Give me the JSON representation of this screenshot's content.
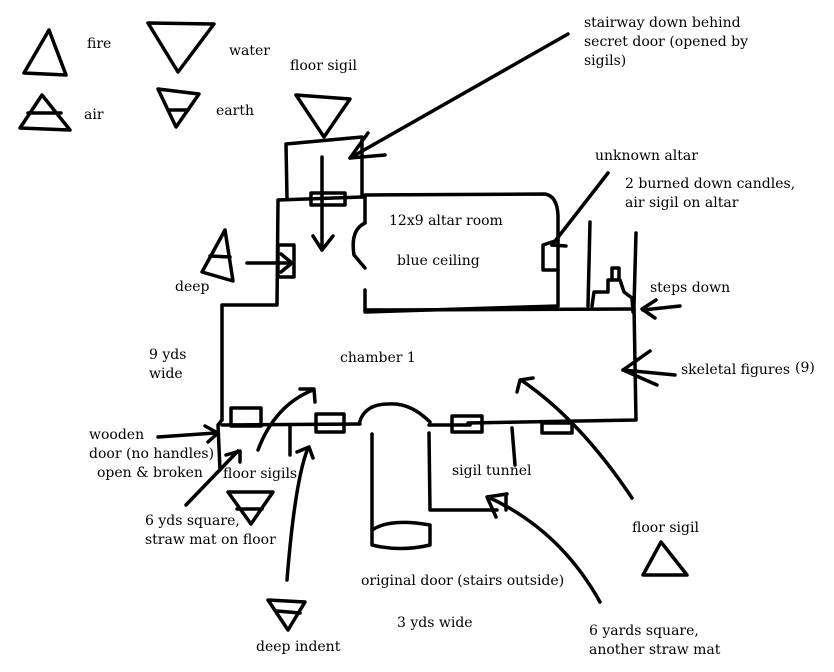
{
  "legend": {
    "fire": "fire",
    "water": "water",
    "air": "air",
    "earth": "earth"
  },
  "labels": {
    "floor_sigil_top": "floor sigil",
    "stairway": [
      "stairway down behind",
      "secret door (opened by",
      "sigils)"
    ],
    "unknown_altar": "unknown altar",
    "candles": [
      "2 burned down candles,",
      "air sigil on altar"
    ],
    "altar_room": "12x9 altar room",
    "blue_ceiling": "blue ceiling",
    "deep": "deep",
    "steps_down": "steps down",
    "nine_yds": [
      "9 yds",
      "wide"
    ],
    "chamber": "chamber 1",
    "skeletal": "skeletal figures",
    "skeletal_count": "(9)",
    "wooden_door": [
      "wooden",
      "door (no handles)",
      "open & broken"
    ],
    "floor_sigils": "floor sigils",
    "sigil_tunnel": "sigil tunnel",
    "six_yds_square": [
      "6 yds square,",
      "straw mat on floor"
    ],
    "floor_sigil_right": "floor sigil",
    "original_door": "original door (stairs outside)",
    "three_yds": "3 yds wide",
    "deep_indent": "deep indent",
    "six_yards_square": [
      "6 yards square,",
      "another straw mat"
    ]
  }
}
